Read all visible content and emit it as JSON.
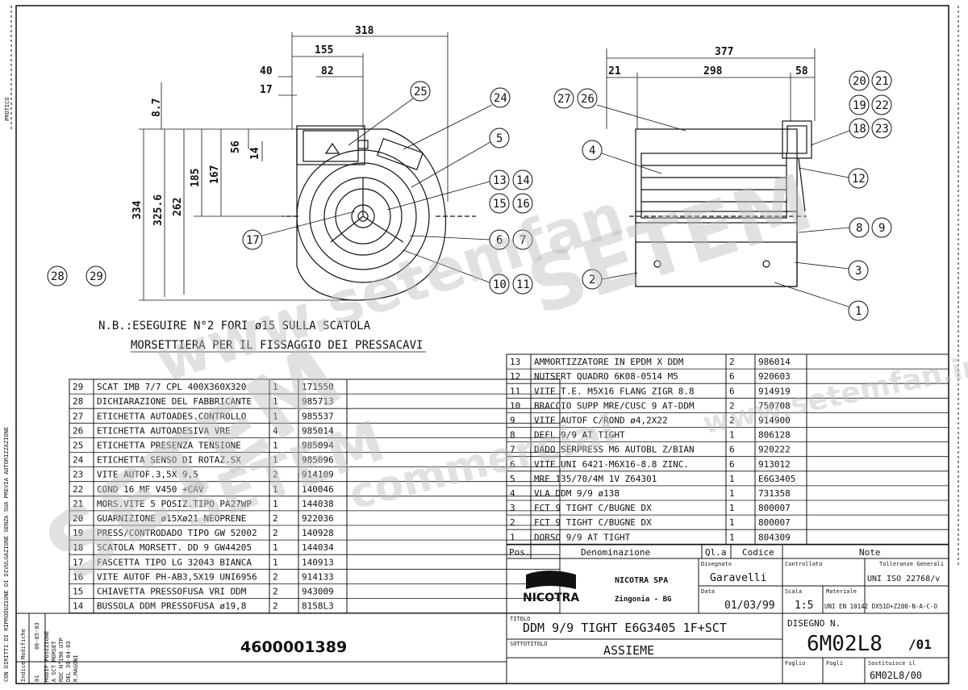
{
  "drawing": {
    "left_view_dims": [
      "318",
      "155",
      "82",
      "40",
      "17",
      "8.7",
      "56",
      "14",
      "185",
      "167",
      "262",
      "325.6",
      "334"
    ],
    "right_view_dims": [
      "377",
      "21",
      "298",
      "58"
    ],
    "balloons_left": [
      "25",
      "24",
      "5",
      "13",
      "14",
      "15",
      "16",
      "6",
      "7",
      "10",
      "11",
      "17",
      "28",
      "29"
    ],
    "balloons_right": [
      "27",
      "26",
      "20",
      "21",
      "19",
      "22",
      "18",
      "23",
      "4",
      "12",
      "8",
      "9",
      "3",
      "2",
      "1"
    ],
    "note_line1": "N.B.:ESEGUIRE N°2 FORI ø15 SULLA SCATOLA",
    "note_line2": "MORSETTIERA PER IL FISSAGGIO DEI PRESSACAVI"
  },
  "left_parts": [
    [
      "29",
      "SCAT IMB 7/7 CPL 400X360X320",
      "1",
      "171550"
    ],
    [
      "28",
      "DICHIARAZIONE DEL FABBRICANTE",
      "1",
      "985713"
    ],
    [
      "27",
      "ETICHETTA AUTOADES.CONTROLLO",
      "1",
      "985537"
    ],
    [
      "26",
      "ETICHETTA AUTOADESIVA VRE",
      "4",
      "985014"
    ],
    [
      "25",
      "ETICHETTA PRESENZA TENSIONE",
      "1",
      "985094"
    ],
    [
      "24",
      "ETICHETTA SENSO DI ROTAZ.SX",
      "1",
      "985096"
    ],
    [
      "23",
      "VITE AUTOF.3,5X 9,5",
      "2",
      "914109"
    ],
    [
      "22",
      "COND 16   MF V450 +CAV",
      "1",
      "140046"
    ],
    [
      "21",
      "MORS.VITE 5 POSIZ.TIPO PA27WP",
      "1",
      "144038"
    ],
    [
      "20",
      "GUARNIZIONE ø15Xø21 NEOPRENE",
      "2",
      "922036"
    ],
    [
      "19",
      "PRESS/CONTRODADO TIPO GW 52002",
      "2",
      "140928"
    ],
    [
      "18",
      "SCATOLA MORSETT. DD 9  GW44205",
      "1",
      "144034"
    ],
    [
      "17",
      "FASCETTA TIPO LG 32043 BIANCA",
      "1",
      "140913"
    ],
    [
      "16",
      "VITE AUTOF PH-AB3,5X19 UNI6956",
      "2",
      "914133"
    ],
    [
      "15",
      "CHIAVETTA PRESSOFUSA VRI DDM",
      "2",
      "943009"
    ],
    [
      "14",
      "BUSSOLA DDM PRESSOFUSA ø19,8",
      "2",
      "8158L3"
    ]
  ],
  "right_parts": [
    [
      "13",
      "AMMORTIZZATORE IN EPDM X DDM",
      "2",
      "986014"
    ],
    [
      "12",
      "NUTSERT QUADRO 6K08-0514 M5",
      "6",
      "920603"
    ],
    [
      "11",
      "VITE T.E. M5X16 FLANG ZIGR 8.8",
      "6",
      "914919"
    ],
    [
      "10",
      "BRACCIO SUPP MRE/CUSC 9 AT-DDM",
      "2",
      "750708"
    ],
    [
      "9",
      "VITE AUTOF C/ROND ø4,2X22",
      "2",
      "914900"
    ],
    [
      "8",
      "DEFL 9/9 AT TIGHT",
      "1",
      "806128"
    ],
    [
      "7",
      "DADO SERPRESS M6 AUTOBL Z/BIAN",
      "6",
      "920222"
    ],
    [
      "6",
      "VITE UNI 6421-M6X16-8.8 ZINC.",
      "6",
      "913012"
    ],
    [
      "5",
      "MRE 135/70/4M 1V Z64301",
      "1",
      "E6G3405"
    ],
    [
      "4",
      "VLA DDM 9/9 ø138",
      "1",
      "731358"
    ],
    [
      "3",
      "FCT 9 TIGHT C/BUGNE DX",
      "1",
      "800007"
    ],
    [
      "2",
      "FCT 9 TIGHT C/BUGNE DX",
      "1",
      "800007"
    ],
    [
      "1",
      "DORSO  9/9  AT   TIGHT",
      "1",
      "804309"
    ]
  ],
  "table_header": {
    "pos": "Pos.",
    "den": "Denominazione",
    "qta": "Ql.a",
    "codice": "Codice",
    "note": "Note"
  },
  "title_block": {
    "disegnato_label": "Disegnato",
    "disegnato": "Garavelli",
    "controllato_label": "Controllato",
    "tolleranze_label": "Tolleranze Generali",
    "tolleranze": "UNI ISO 22768/v",
    "data_label": "Data",
    "data": "01/03/99",
    "scala_label": "Scala",
    "scala": "1:5",
    "materiale_label": "Materiale",
    "materiale": "UNI EN 10142 DX51D+Z200-N-A-C-O",
    "company": "NICOTRA SPA",
    "company_city": "Zingonia - BG",
    "logo_text": "NICOTRA",
    "titolo_label": "TITOLO",
    "titolo": "DDM 9/9 TIGHT E6G3405 1F+SCT",
    "sottotitolo_label": "SOTTOTITOLO",
    "sottotitolo": "ASSIEME",
    "disegno_label": "DISEGNO N.",
    "disegno_no": "6M02L8",
    "disegno_rev": "/01",
    "foglio_label": "Foglio",
    "fogli_label": "Fogli",
    "sostituisce_label": "Sostituisce il",
    "sostituisce": "6M02L8/00",
    "barcode_number": "4600001389"
  },
  "revision_block": {
    "indice_label": "Indice",
    "modifiche_label": "Modifiche",
    "indice": "01",
    "date": "06-05-03",
    "lines": [
      "MODIF POSIZIONE",
      "A SCT MORSET",
      "RDC N°190 UTP",
      "DEL 30-04-03",
      "R.MAGONI"
    ]
  },
  "margin": {
    "protocol_label": "PROTICO",
    "copyright": "CON DIRITTI DI RIPRODUZIONE DI DIVULGAZIONE SENZA SUA PREVIA AUTORIZZAZIONE"
  },
  "watermarks": [
    "www.setemfan",
    "SETEM",
    "www.setemfan.ir",
    "SETEM",
    "SETEM",
    "commercial"
  ]
}
